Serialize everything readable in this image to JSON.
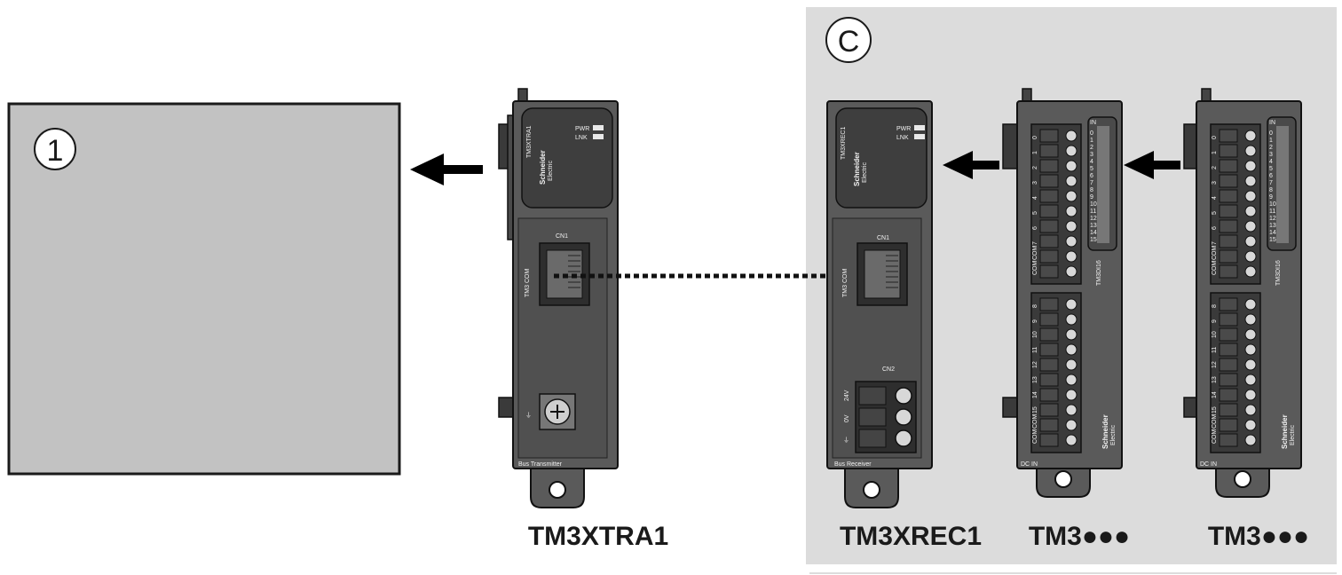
{
  "callouts": {
    "controller": "1",
    "expansion_group": "C"
  },
  "modules": {
    "transmitter": {
      "model": "TM3XTRA1",
      "side_tag": "TM3XTRA1",
      "bottom_label": "Bus Transmitter",
      "port_label": "CN1",
      "port_side_label": "TM3 COM",
      "led_labels": [
        "PWR",
        "LNK"
      ],
      "brand": "Schneider",
      "brand_sub": "Electric"
    },
    "receiver": {
      "model": "TM3XREC1",
      "side_tag": "TM3XREC1",
      "bottom_label": "Bus Receiver",
      "port_label": "CN1",
      "port_side_label": "TM3 COM",
      "power_label": "CN2",
      "power_terms": [
        "24V",
        "0V"
      ],
      "led_labels": [
        "PWR",
        "LNK"
      ],
      "brand": "Schneider",
      "brand_sub": "Electric"
    },
    "io1": {
      "model": "TM3●●●",
      "side_tag": "TM3DI16",
      "bottom_label": "DC IN",
      "top_terms": [
        "0",
        "1",
        "2",
        "3",
        "4",
        "5",
        "6",
        "7",
        "COM",
        "COM"
      ],
      "bottom_terms": [
        "8",
        "9",
        "10",
        "11",
        "12",
        "13",
        "14",
        "15",
        "COM",
        "COM"
      ],
      "led_header": "IN",
      "led_numbers": [
        "0",
        "1",
        "2",
        "3",
        "4",
        "5",
        "6",
        "7",
        "8",
        "9",
        "10",
        "11",
        "12",
        "13",
        "14",
        "15"
      ],
      "brand": "Schneider",
      "brand_sub": "Electric"
    },
    "io2": {
      "model": "TM3●●●",
      "side_tag": "TM3DI16",
      "bottom_label": "DC IN",
      "top_terms": [
        "0",
        "1",
        "2",
        "3",
        "4",
        "5",
        "6",
        "7",
        "COM",
        "COM"
      ],
      "bottom_terms": [
        "8",
        "9",
        "10",
        "11",
        "12",
        "13",
        "14",
        "15",
        "COM",
        "COM"
      ],
      "led_header": "IN",
      "led_numbers": [
        "0",
        "1",
        "2",
        "3",
        "4",
        "5",
        "6",
        "7",
        "8",
        "9",
        "10",
        "11",
        "12",
        "13",
        "14",
        "15"
      ],
      "brand": "Schneider",
      "brand_sub": "Electric"
    }
  },
  "colors": {
    "controller_fill": "#c2c2c2",
    "expansion_bg": "#dcdcdc",
    "module_body": "#555555",
    "module_dark": "#3a3a3a",
    "arrow": "#000000"
  }
}
